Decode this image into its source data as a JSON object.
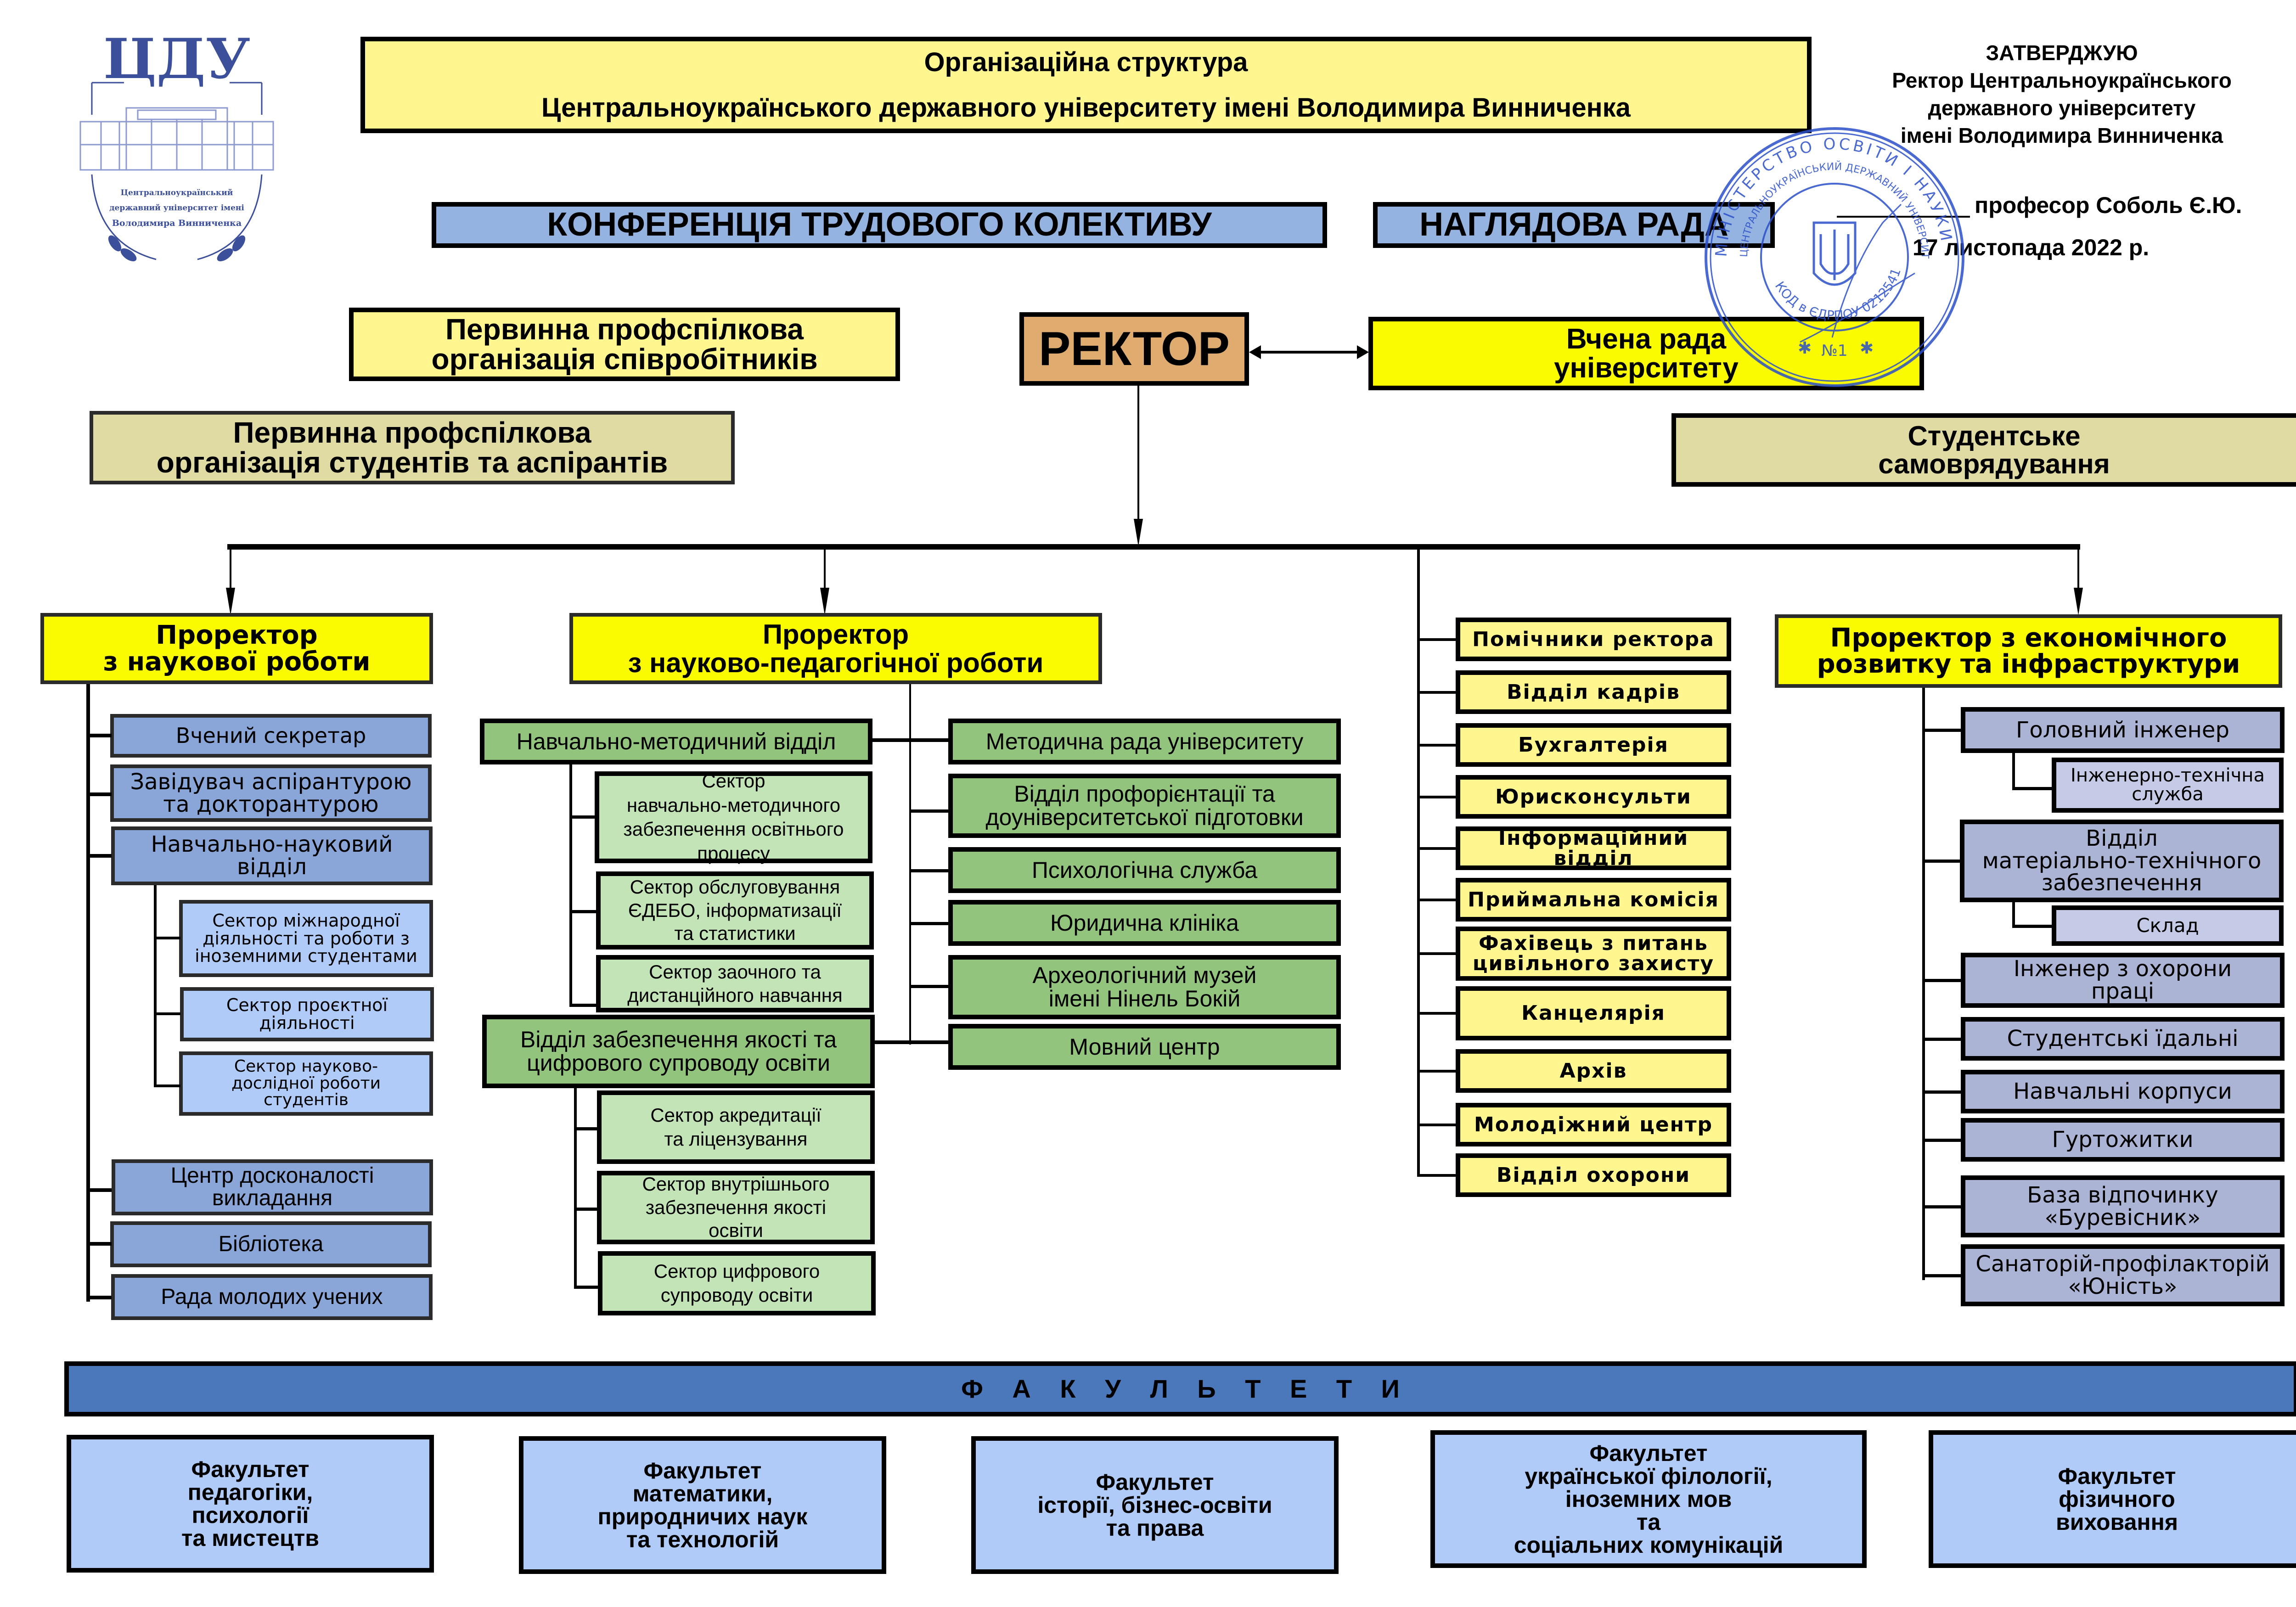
{
  "logo": {
    "abbr": "ЦДУ",
    "caption": [
      "Центральноукраїнський",
      "державний університет імені",
      "Володимира Винниченка"
    ]
  },
  "header": {
    "title_line1": "Організаційна структура",
    "title_line2": "Центральноукраїнського державного університету імені Володимира Винниченка"
  },
  "approval": {
    "heading": "ЗАТВЕРДЖУЮ",
    "position": "Ректор Центральноукраїнського\nдержавного університету\nімені Володимира Винниченка",
    "signatory": "професор Соболь Є.Ю.",
    "date": "17 листопада 2022 р.",
    "stamp_text_outer": "МІНІСТЕРСТВО ОСВІТИ І НАУКИ УКРАЇНИ",
    "stamp_text_inner": "ЦЕНТРАЛЬНОУКРАЇНСЬКИЙ ДЕРЖАВНИЙ УНІВЕРСИТЕТ ІМЕНІ ВОЛОДИМИРА ВИННИЧЕНКА",
    "stamp_code": "КОД в ЄДРПОУ 02125415",
    "stamp_number": "№1"
  },
  "governance": {
    "conference": "КОНФЕРЕНЦІЯ ТРУДОВОГО КОЛЕКТИВУ",
    "supervisory_board": "НАГЛЯДОВА РАДА",
    "union_staff": "Первинна профспілкова\nорганізація співробітників",
    "union_students": "Первинна профспілкова\nорганізація студентів та аспірантів",
    "rector": "РЕКТОР",
    "academic_council": "Вчена рада\nуніверситету",
    "student_government": "Студентське\nсамоврядування"
  },
  "science": {
    "title": "Проректор\nз наукової роботи",
    "units": [
      "Вчений секретар",
      "Завідувач аспірантурою\nта докторантурою",
      "Навчально-науковий\nвідділ",
      "Центр досконалості\nвикладання",
      "Бібліотека",
      "Рада молодих учених"
    ],
    "sectors": [
      "Сектор міжнародної\nдіяльності та роботи з\nіноземними студентами",
      "Сектор проєктної\nдіяльності",
      "Сектор науково-\nдослідної роботи\nстудентів"
    ]
  },
  "pedagogy": {
    "title": "Проректор\nз науково-педагогічної роботи",
    "method_dept": "Навчально-методичний відділ",
    "method_sectors": [
      "Сектор\nнавчально-методичного\nзабезпечення освітнього\nпроцесу",
      "Сектор обслуговування\nЄДЕБО, інформатизації\nта статистики",
      "Сектор заочного та\nдистанційного навчання"
    ],
    "quality_dept": "Відділ забезпечення якості та\nцифрового супроводу освіти",
    "quality_sectors": [
      "Сектор акредитації\nта ліцензування",
      "Сектор внутрішнього\nзабезпечення якості\nосвіти",
      "Сектор цифрового\nсупроводу освіти"
    ],
    "right_units": [
      "Методична рада університету",
      "Відділ профорієнтації та\nдоуніверситетської підготовки",
      "Психологічна служба",
      "Юридична клініка",
      "Археологічний музей\nімені Нінель Бокій",
      "Мовний центр"
    ]
  },
  "rector_units": [
    "Помічники ректора",
    "Відділ кадрів",
    "Бухгалтерія",
    "Юрисконсульти",
    "Інформаційний відділ",
    "Приймальна комісія",
    "Фахівець з питань\nцивільного захисту",
    "Канцелярія",
    "Архів",
    "Молодіжний центр",
    "Відділ охорони"
  ],
  "economy": {
    "title": "Проректор з економічного\nрозвитку та інфраструктури",
    "chief_engineer": "Головний інженер",
    "engineering_service": "Інженерно-технічна\nслужба",
    "logistics_dept": "Відділ\nматеріально-технічного\nзабезпечення",
    "warehouse": "Склад",
    "units": [
      "Інженер з охорони\nпраці",
      "Студентські їдальні",
      "Навчальні корпуси",
      "Гуртожитки",
      "База відпочинку\n«Буревісник»",
      "Санаторій-профілакторій\n«Юність»"
    ]
  },
  "faculties": {
    "band_label": "Ф А К У Л Ь Т Е Т И",
    "items": [
      "Факультет\nпедагогіки,\nпсихології\nта мистецтв",
      "Факультет\nматематики,\nприродничих наук\nта технологій",
      "Факультет\nісторії, бізнес-освіти\nта права",
      "Факультет\nукраїнської філології,\nіноземних мов\nта\nсоціальних комунікацій",
      "Факультет\nфізичного\nвиховання"
    ]
  },
  "colors": {
    "pro_rector": "#fafa00",
    "title_bg": "#fff68f",
    "rector": "#dfab6f",
    "band": "#4a78bb",
    "stamp": "#2b4fc9"
  }
}
